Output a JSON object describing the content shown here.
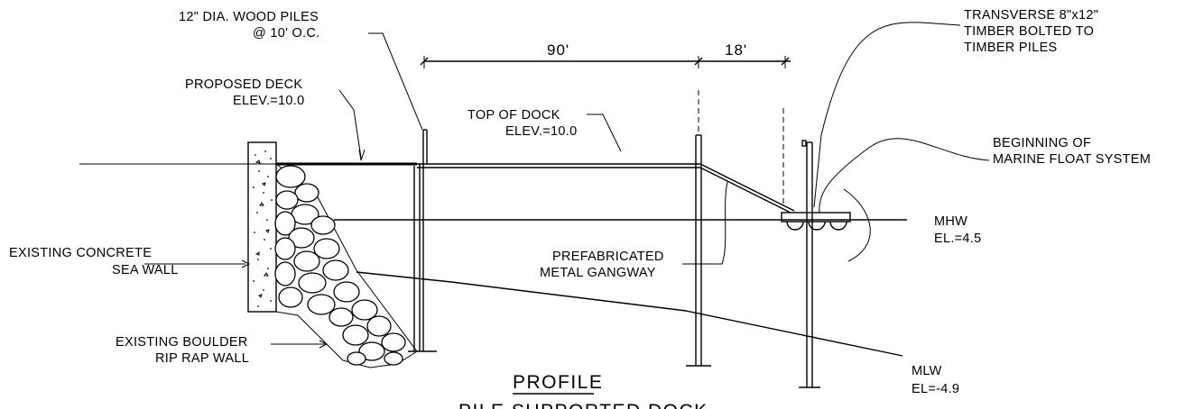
{
  "labels": {
    "piles_line1": "12\" DIA. WOOD PILES",
    "piles_line2": "@ 10' O.C.",
    "deck_line1": "PROPOSED DECK",
    "deck_line2": "ELEV.=10.0",
    "dock_line1": "TOP OF DOCK",
    "dock_line2": "ELEV.=10.0",
    "transverse_line1": "TRANSVERSE 8\"x12\"",
    "transverse_line2": "TIMBER BOLTED TO",
    "transverse_line3": "TIMBER PILES",
    "float_line1": "BEGINNING OF",
    "float_line2": "MARINE FLOAT SYSTEM",
    "mhw_line1": "MHW",
    "mhw_line2": "EL.=4.5",
    "seawall_line1": "EXISTING CONCRETE",
    "seawall_line2": "SEA WALL",
    "gangway_line1": "PREFABRICATED",
    "gangway_line2": "METAL GANGWAY",
    "boulder_line1": "EXISTING BOULDER",
    "boulder_line2": "RIP RAP WALL",
    "mlw_line1": "MLW",
    "mlw_line2": "EL=-4.9"
  },
  "dimensions": {
    "span_1": "90'",
    "span_2": "18'"
  },
  "title": {
    "main": "PROFILE",
    "sub": "PILE SUPPORTED DOCK"
  }
}
